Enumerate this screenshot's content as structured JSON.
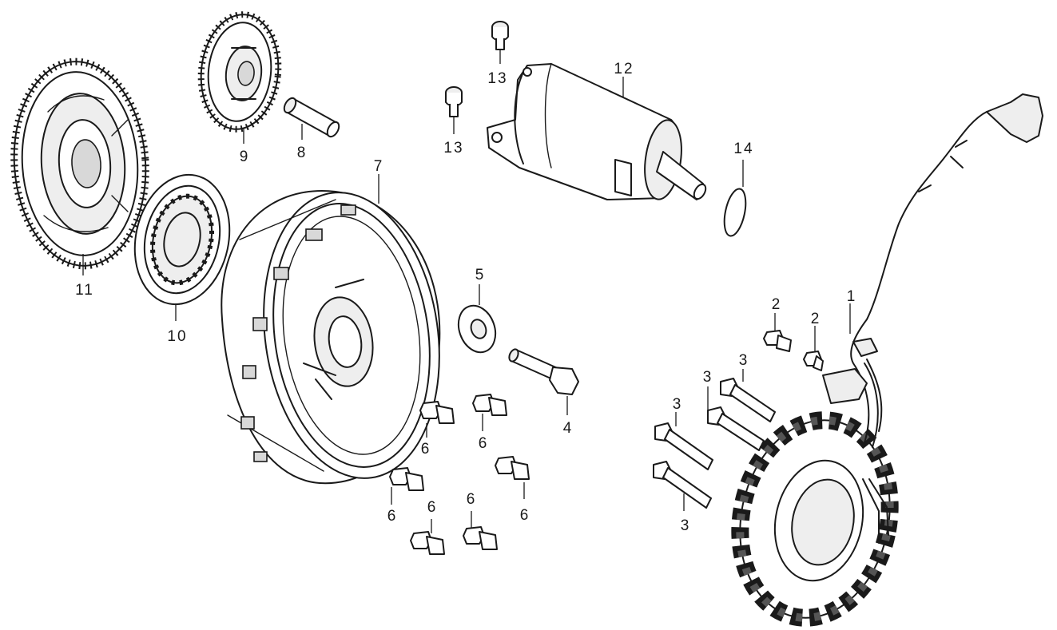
{
  "callouts": {
    "p1": "1",
    "p2a": "2",
    "p2b": "2",
    "p3a": "3",
    "p3b": "3",
    "p3c": "3",
    "p3d": "3",
    "p4": "4",
    "p5": "5",
    "p6a": "6",
    "p6b": "6",
    "p6c": "6",
    "p6d": "6",
    "p6e": "6",
    "p6f": "6",
    "p7": "7",
    "p8": "8",
    "p9": "9",
    "p10": "10",
    "p11": "11",
    "p12": "12",
    "p13a": "13",
    "p13b": "13",
    "p14": "14"
  },
  "colors": {
    "line": "#1a1a1a",
    "background": "#ffffff"
  }
}
